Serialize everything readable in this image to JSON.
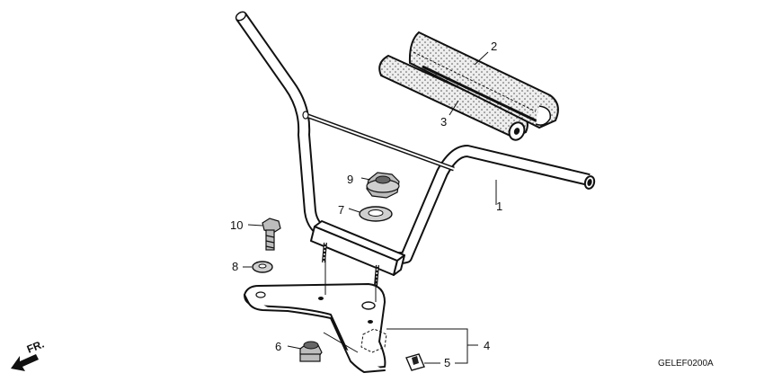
{
  "callouts": [
    {
      "id": "1",
      "part": "handlebar"
    },
    {
      "id": "2",
      "part": "handlebar-pad-cover"
    },
    {
      "id": "3",
      "part": "handlebar-pad"
    },
    {
      "id": "4",
      "part": "handlebar-holder-assembly"
    },
    {
      "id": "5",
      "part": "clip"
    },
    {
      "id": "6",
      "part": "nut"
    },
    {
      "id": "7",
      "part": "washer"
    },
    {
      "id": "8",
      "part": "washer"
    },
    {
      "id": "9",
      "part": "nut"
    },
    {
      "id": "10",
      "part": "bolt"
    }
  ],
  "direction_label": "FR.",
  "diagram_code": "GELEF0200A"
}
